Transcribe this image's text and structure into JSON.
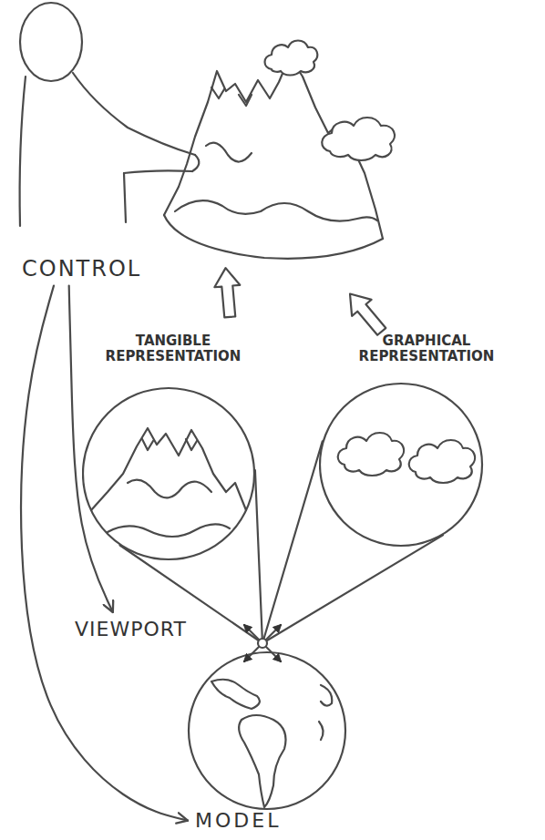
{
  "diagram": {
    "nodes": [
      {
        "text": [
          "CONTROL"
        ]
      },
      {
        "text": [
          "TANGIBLE REPRESENTATION"
        ]
      },
      {
        "text": [
          "GRAPHICAL REPRESENTATION"
        ]
      },
      {
        "text": [
          "VIEWPORT"
        ]
      },
      {
        "text": [
          "MODEL"
        ]
      }
    ],
    "edges": [
      {
        "from": 0,
        "to": 3,
        "arrow": "to"
      },
      {
        "from": 0,
        "to": 4,
        "arrow": "to"
      }
    ]
  }
}
